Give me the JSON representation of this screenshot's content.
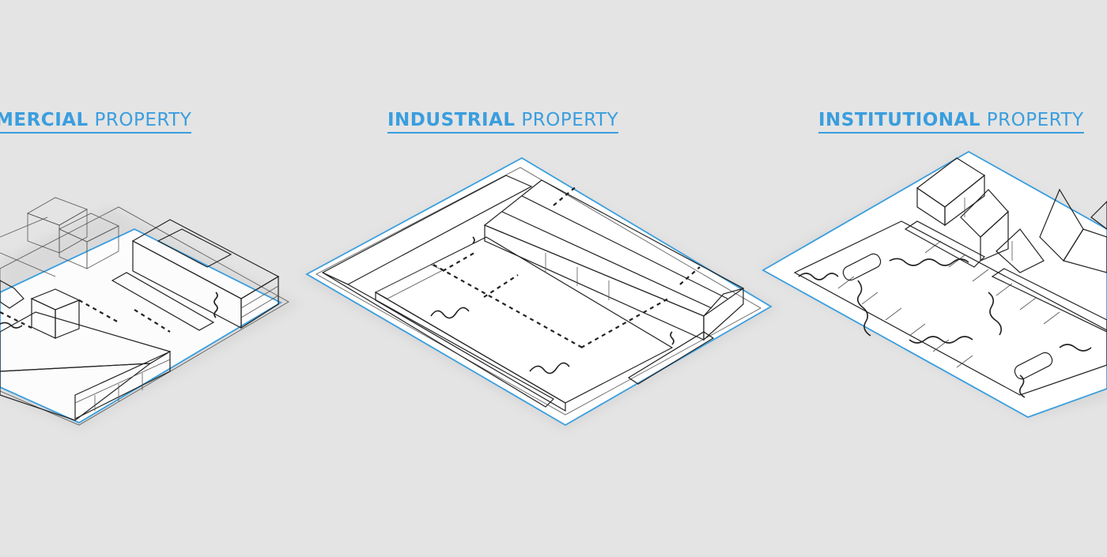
{
  "colors": {
    "accent": "#3a9ede",
    "zone_fill": "#d9ebf9",
    "dot_fill": "#4a9fe0",
    "background": "#e4e4e4",
    "line": "#222222"
  },
  "panels": [
    {
      "id": "commercial",
      "title_bold": "MERCIAL",
      "title_light": " PROPERTY"
    },
    {
      "id": "industrial",
      "title_bold": "INDUSTRIAL",
      "title_light": " PROPERTY"
    },
    {
      "id": "institutional",
      "title_bold": "INSTITUTIONAL",
      "title_light": " PROPERTY"
    }
  ]
}
